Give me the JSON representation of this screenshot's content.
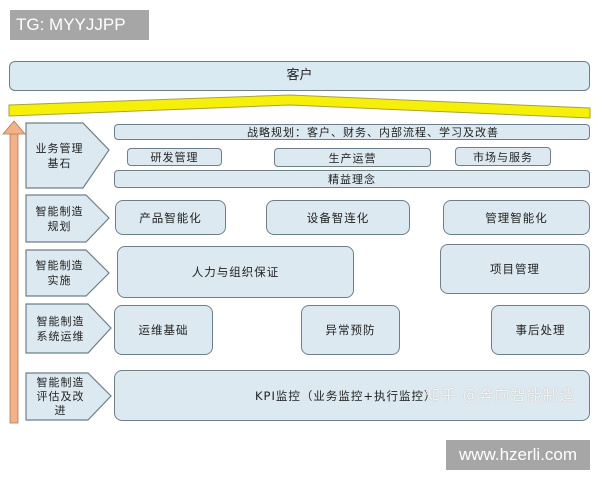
{
  "watermarks": {
    "top_left": "TG: MYYJJPP",
    "bottom_right": "www.hzerli.com",
    "overlay": "知乎 @奔向智能制造"
  },
  "colors": {
    "box_fill": "#dde9f0",
    "box_border": "#6f7f88",
    "band_yellow": "#f5ef0a",
    "arrow_orange": "#f2b186",
    "watermark_bg": "#a6a6a6"
  },
  "customer": {
    "label": "客户"
  },
  "rows": [
    {
      "label": "业务管理\n基石",
      "items": [
        {
          "label": "战略规划：客户、财务、内部流程、学习及改善"
        },
        {
          "label": "研发管理"
        },
        {
          "label": "生产运营"
        },
        {
          "label": "市场与服务"
        },
        {
          "label": "精益理念"
        }
      ]
    },
    {
      "label": "智能制造\n规划",
      "items": [
        {
          "label": "产品智能化"
        },
        {
          "label": "设备智连化"
        },
        {
          "label": "管理智能化"
        }
      ]
    },
    {
      "label": "智能制造\n实施",
      "items": [
        {
          "label": "人力与组织保证"
        },
        {
          "label": "项目管理"
        }
      ]
    },
    {
      "label": "智能制造\n系统运维",
      "items": [
        {
          "label": "运维基础"
        },
        {
          "label": "异常预防"
        },
        {
          "label": "事后处理"
        }
      ]
    },
    {
      "label": "智能制造\n评估及改\n进",
      "items": [
        {
          "label": "KPI监控（业务监控+执行监控）"
        }
      ]
    }
  ]
}
